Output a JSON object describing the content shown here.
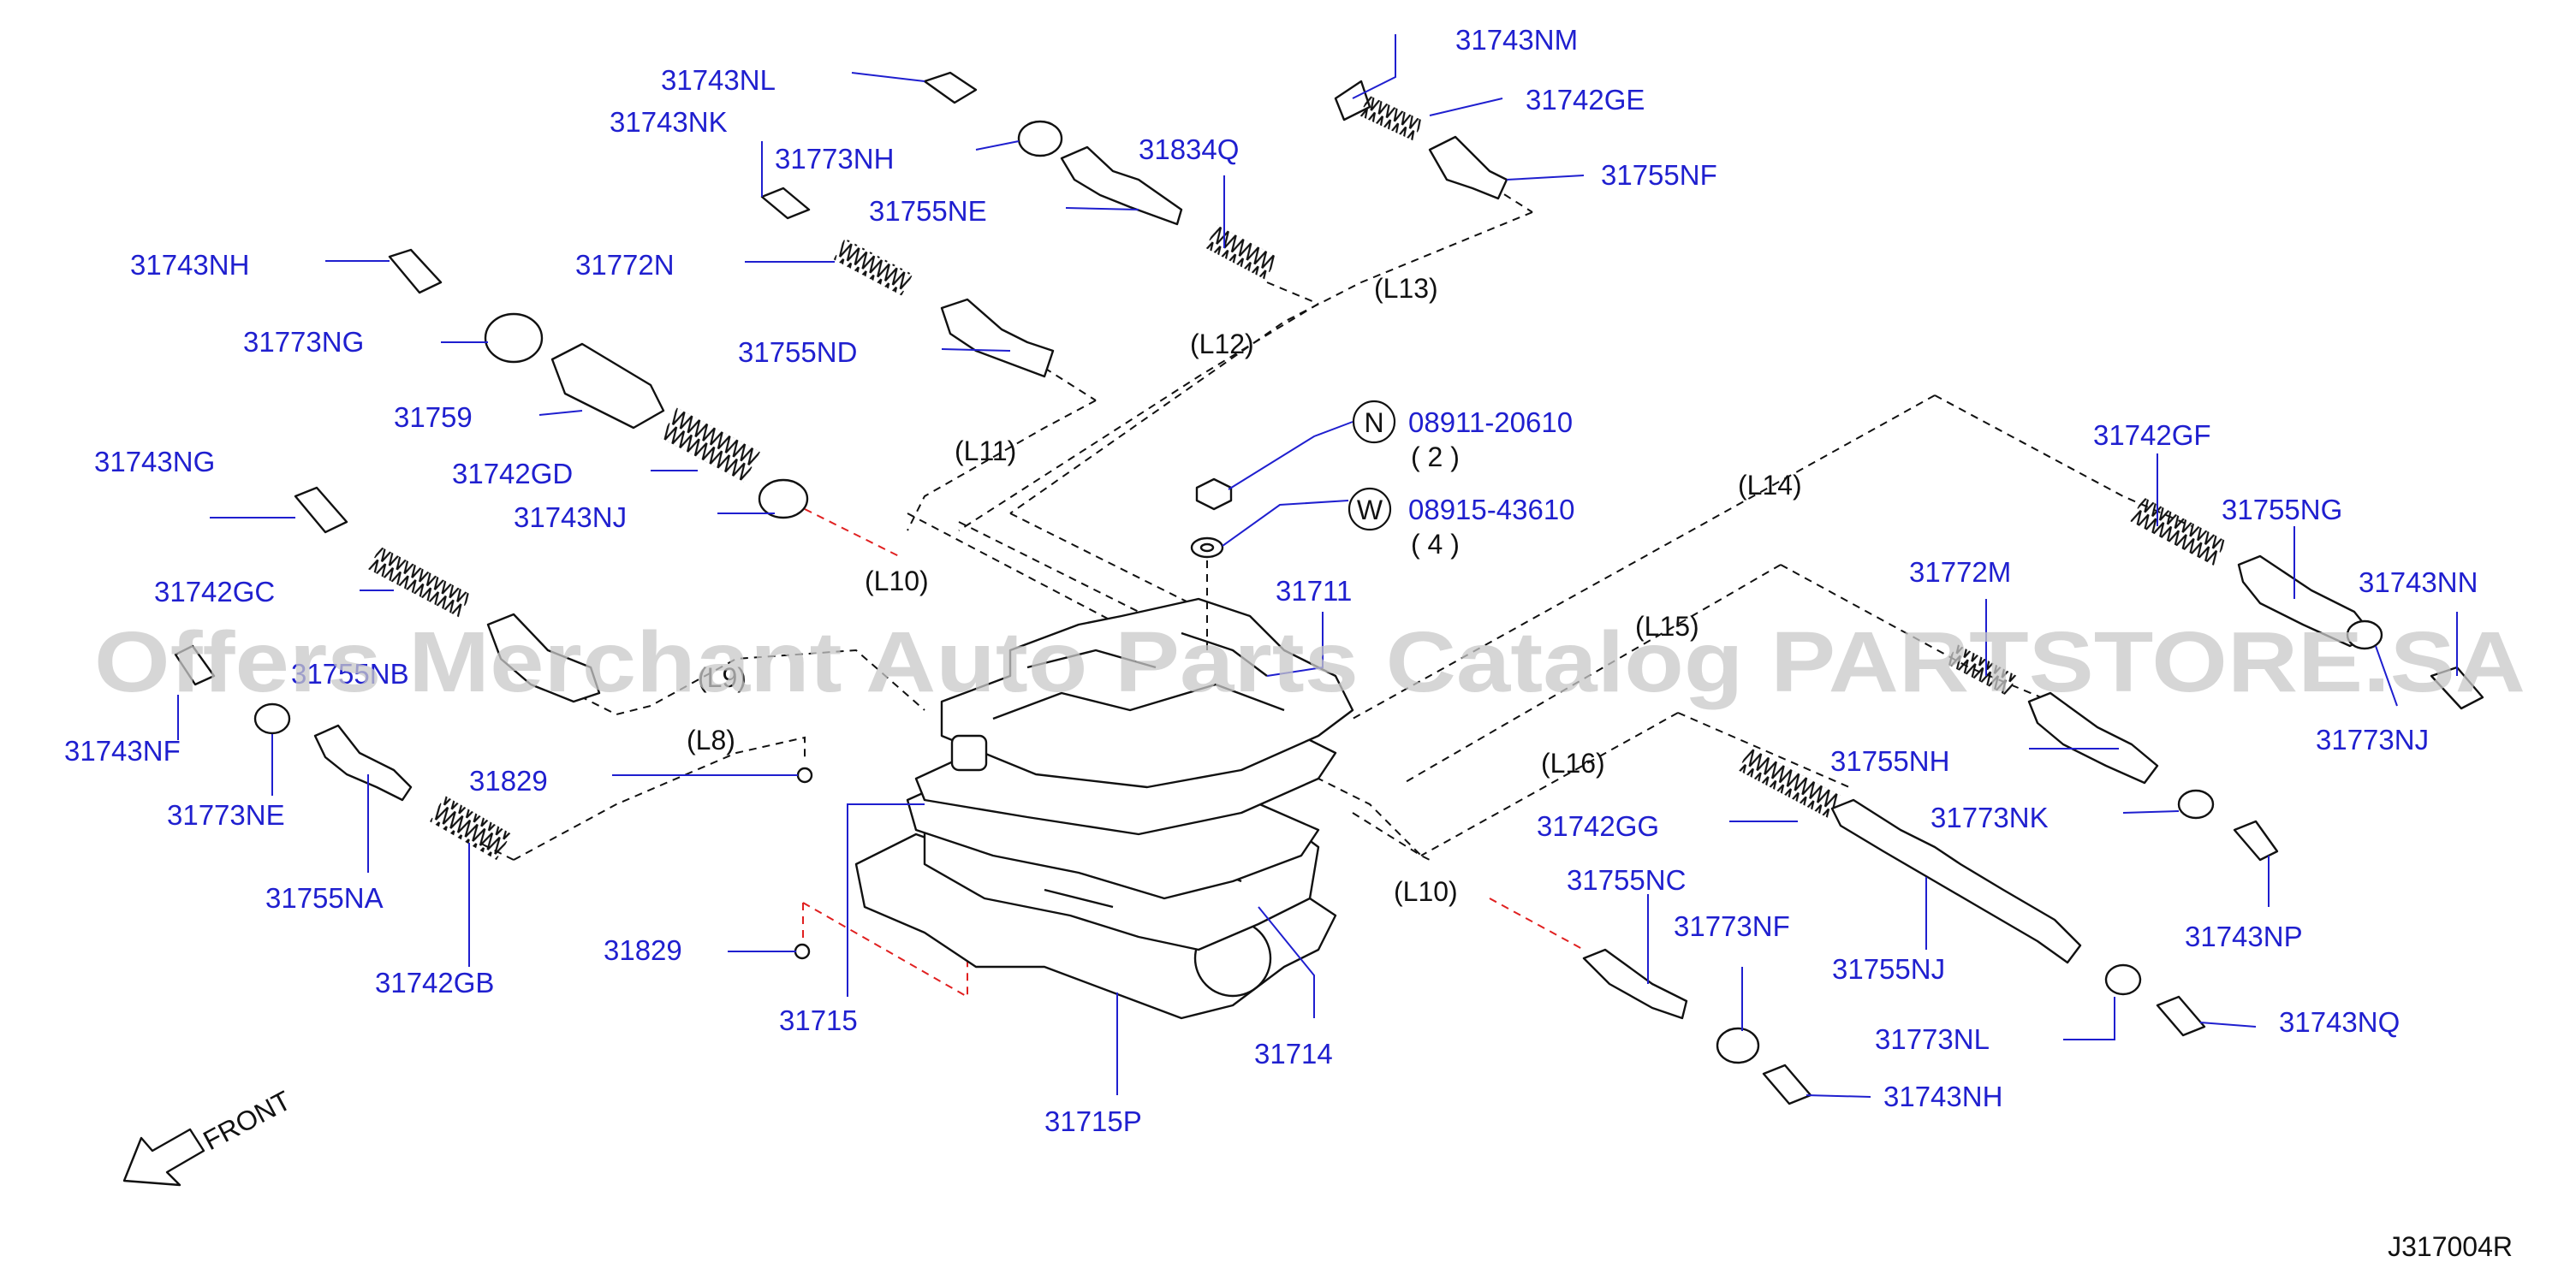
{
  "watermark": "Offers Merchant Auto Parts Catalog PARTSTORE.SA",
  "diagram_id": "J317004R",
  "front_label": "FRONT",
  "line_labels": {
    "l8": "(L8)",
    "l9": "(L9)",
    "l10a": "(L10)",
    "l10b": "(L10)",
    "l11": "(L11)",
    "l12": "(L12)",
    "l13": "(L13)",
    "l14": "(L14)",
    "l15": "(L15)",
    "l16": "(L16)"
  },
  "callouts": {
    "nut_letter": "N",
    "nut_part": "08911-20610",
    "nut_qty": "( 2 )",
    "washer_letter": "W",
    "washer_part": "08915-43610",
    "washer_qty": "( 4 )"
  },
  "parts": {
    "p31743NM": "31743NM",
    "p31742GE": "31742GE",
    "p31755NF": "31755NF",
    "p31743NL": "31743NL",
    "p31743NK": "31743NK",
    "p31773NH": "31773NH",
    "p31834Q": "31834Q",
    "p31755NE": "31755NE",
    "p31743NH_a": "31743NH",
    "p31772N": "31772N",
    "p31773NG": "31773NG",
    "p31755ND": "31755ND",
    "p31759": "31759",
    "p31742GD": "31742GD",
    "p31743NG": "31743NG",
    "p31743NJ": "31743NJ",
    "p31742GC": "31742GC",
    "p31755NB": "31755NB",
    "p31743NF": "31743NF",
    "p31773NE": "31773NE",
    "p31755NA": "31755NA",
    "p31742GB": "31742GB",
    "p31829_a": "31829",
    "p31829_b": "31829",
    "p31715": "31715",
    "p31715P": "31715P",
    "p31714": "31714",
    "p31711": "31711",
    "p31742GF": "31742GF",
    "p31755NG": "31755NG",
    "p31743NN": "31743NN",
    "p31773NJ": "31773NJ",
    "p31772M": "31772M",
    "p31755NH": "31755NH",
    "p31773NK": "31773NK",
    "p31742GG": "31742GG",
    "p31743NP": "31743NP",
    "p31755NC": "31755NC",
    "p31773NF": "31773NF",
    "p31755NJ": "31755NJ",
    "p31773NL": "31773NL",
    "p31743NQ": "31743NQ",
    "p31743NH_b": "31743NH"
  }
}
